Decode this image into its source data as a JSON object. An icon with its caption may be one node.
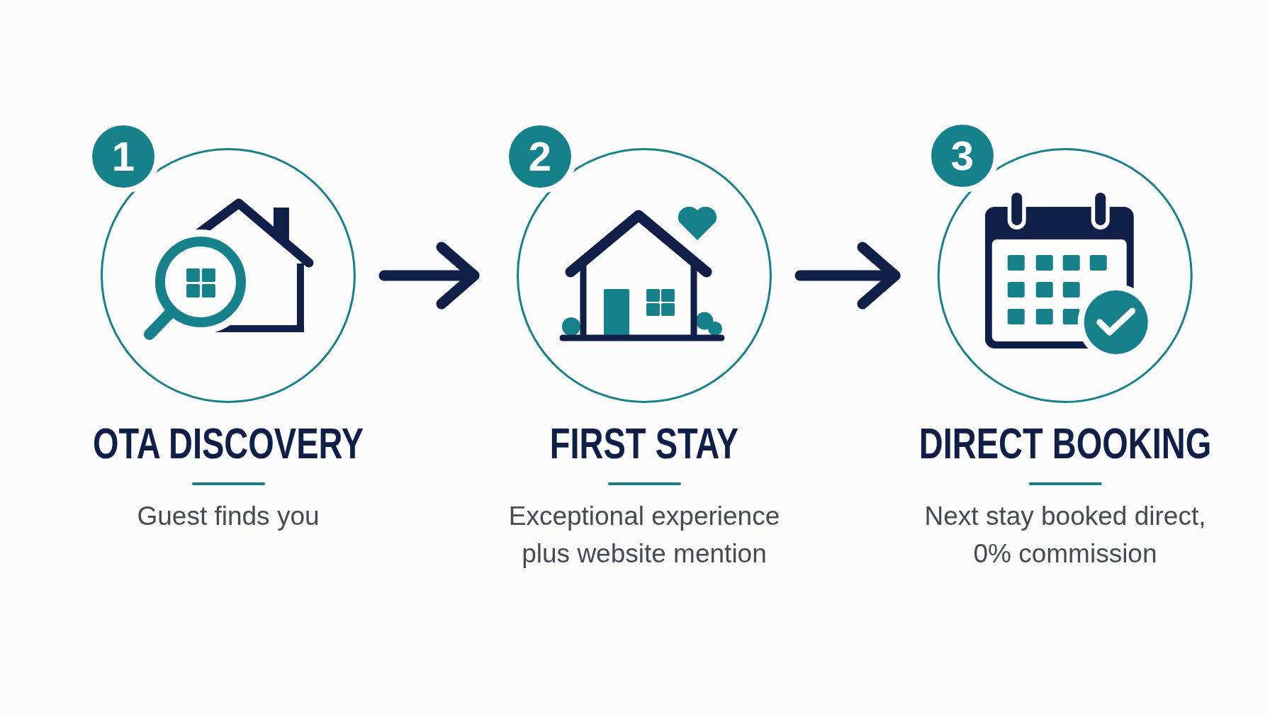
{
  "diagram": {
    "nodes": [
      {
        "text": [
          "1"
        ]
      },
      {
        "text": [
          "OTA DISCOVERY",
          "Guest finds you"
        ]
      },
      {
        "text": [
          "2"
        ]
      },
      {
        "text": [
          "FIRST STAY",
          "Exceptional experience plus website mention"
        ]
      },
      {
        "text": [
          "3"
        ]
      },
      {
        "text": [
          "DIRECT BOOKING",
          "Next stay booked direct, 0% commission"
        ]
      }
    ],
    "edges": [
      {
        "from": 1,
        "to": 3,
        "arrow": "to"
      },
      {
        "from": 3,
        "to": 5,
        "arrow": "to"
      }
    ]
  }
}
